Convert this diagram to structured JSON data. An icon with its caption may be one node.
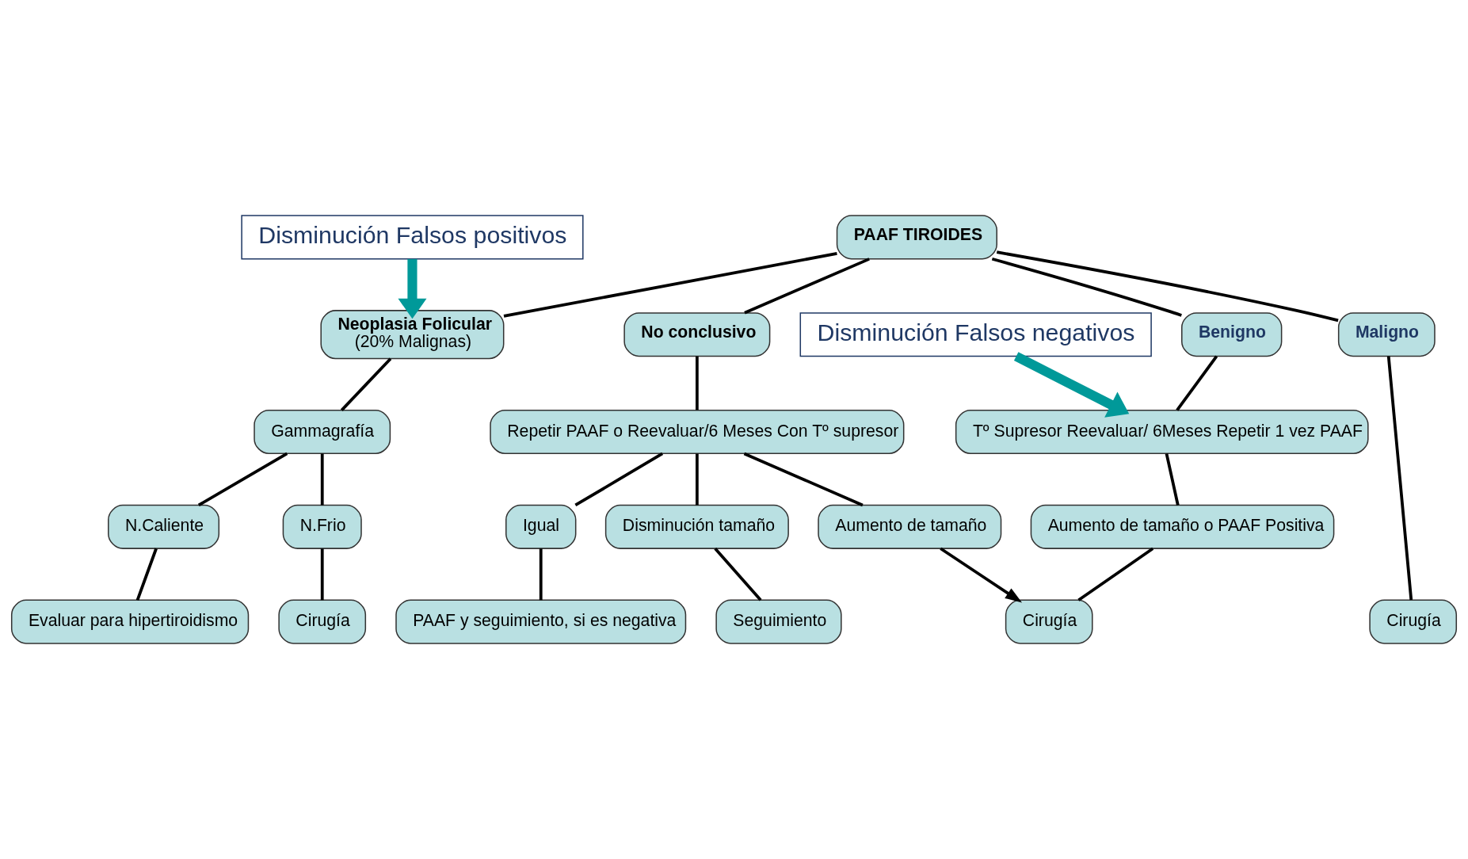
{
  "diagram": {
    "nodes": [
      {
        "text": [
          "PAAF TIROIDES"
        ]
      },
      {
        "text": [
          "Maligno"
        ]
      },
      {
        "text": [
          "Neoplasia Folicular",
          "(20% Malignas)"
        ]
      },
      {
        "text": [
          "Benigno"
        ]
      },
      {
        "text": [
          "No conclusivo"
        ]
      },
      {
        "text": [
          "Disminución Falsos positivos"
        ]
      },
      {
        "text": [
          "Disminución Falsos negativos"
        ]
      },
      {
        "text": [
          "Gammagrafía"
        ]
      },
      {
        "text": [
          "Tº Supresor Reevaluar/ 6Meses Repetir 1 vez PAAF"
        ]
      },
      {
        "text": [
          "Repetir PAAF o Reevaluar/6 Meses Con Tº supresor"
        ]
      },
      {
        "text": [
          "N.Caliente"
        ]
      },
      {
        "text": [
          "N.Frio"
        ]
      },
      {
        "text": [
          "Aumento de tamaño o PAAF Positiva"
        ]
      },
      {
        "text": [
          "Aumento de tamaño"
        ]
      },
      {
        "text": [
          "Disminución tamaño"
        ]
      },
      {
        "text": [
          "Igual"
        ]
      },
      {
        "text": [
          "Cirugía"
        ]
      },
      {
        "text": [
          "Evaluar para hipertiroidismo"
        ]
      },
      {
        "text": [
          "Cirugía"
        ]
      },
      {
        "text": [
          "Cirugía"
        ]
      },
      {
        "text": [
          "Seguimiento"
        ]
      },
      {
        "text": [
          "PAAF y seguimiento, si es negativa"
        ]
      }
    ],
    "edges": [
      {
        "from": 0,
        "to": 1,
        "arrow": "none"
      },
      {
        "from": 0,
        "to": 2,
        "arrow": "none"
      },
      {
        "from": 0,
        "to": 3,
        "arrow": "none"
      },
      {
        "from": 0,
        "to": 4,
        "arrow": "none"
      },
      {
        "from": 5,
        "to": 2,
        "arrow": "to",
        "style": "thick",
        "color": "#009999"
      },
      {
        "from": 6,
        "to": 8,
        "arrow": "to",
        "style": "thick",
        "color": "#009999"
      },
      {
        "from": 1,
        "to": 16,
        "arrow": "none"
      },
      {
        "from": 2,
        "to": 7,
        "arrow": "none"
      },
      {
        "from": 7,
        "to": 10,
        "arrow": "none"
      },
      {
        "from": 7,
        "to": 11,
        "arrow": "none"
      },
      {
        "from": 10,
        "to": 17,
        "arrow": "none"
      },
      {
        "from": 11,
        "to": 18,
        "arrow": "none"
      },
      {
        "from": 3,
        "to": 8,
        "arrow": "none"
      },
      {
        "from": 8,
        "to": 12,
        "arrow": "none"
      },
      {
        "from": 12,
        "to": 19,
        "arrow": "none"
      },
      {
        "from": 4,
        "to": 9,
        "arrow": "none"
      },
      {
        "from": 9,
        "to": 13,
        "arrow": "none"
      },
      {
        "from": 9,
        "to": 14,
        "arrow": "none"
      },
      {
        "from": 9,
        "to": 15,
        "arrow": "none"
      },
      {
        "from": 13,
        "to": 19,
        "arrow": "to"
      },
      {
        "from": 14,
        "to": 20,
        "arrow": "none"
      },
      {
        "from": 15,
        "to": 21,
        "arrow": "none"
      }
    ]
  }
}
